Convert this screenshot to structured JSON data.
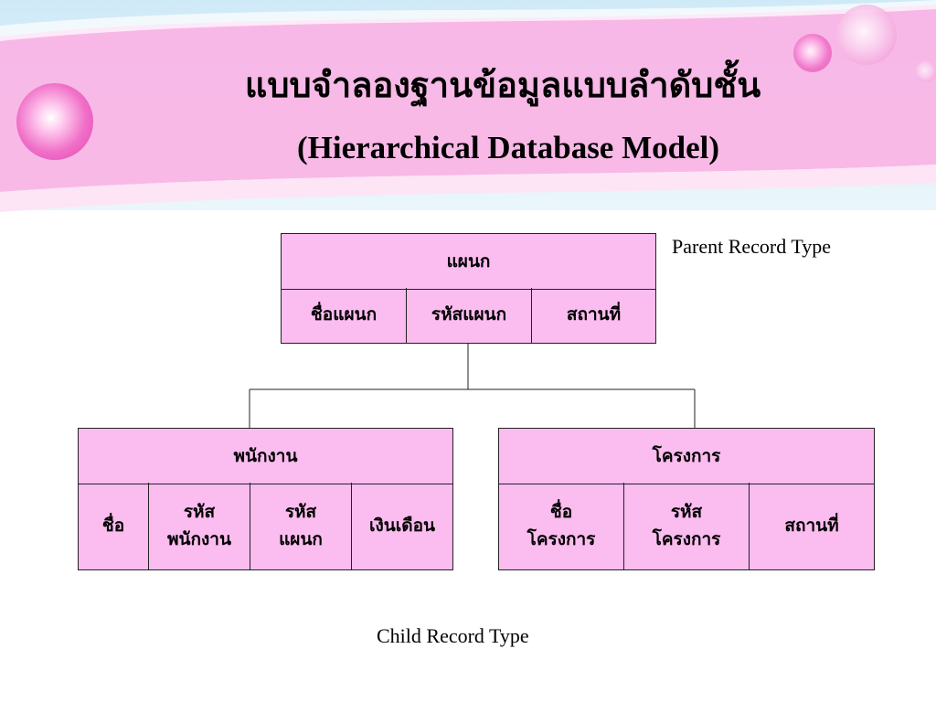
{
  "title": {
    "thai": "แบบจำลองฐานข้อมูลแบบลำดับชั้น",
    "english": "(Hierarchical Database Model)"
  },
  "labels": {
    "parent": "Parent Record Type",
    "child": "Child Record Type"
  },
  "parent_record": {
    "name": "แผนก",
    "fields": [
      "ชื่อแผนก",
      "รหัสแผนก",
      "สถานที่"
    ]
  },
  "child_records": [
    {
      "name": "พนักงาน",
      "fields": [
        "ชื่อ",
        "รหัส\nพนักงาน",
        "รหัส\nแผนก",
        "เงินเดือน"
      ]
    },
    {
      "name": "โครงการ",
      "fields": [
        "ชื่อ\nโครงการ",
        "รหัส\nโครงการ",
        "สถานที่"
      ]
    }
  ],
  "colors": {
    "box_fill": "#fbbcef",
    "banner_pink": "#f9b5e6",
    "bubble_pink": "#f27fd0"
  },
  "icons": [
    "pink-bubble-decoration"
  ]
}
